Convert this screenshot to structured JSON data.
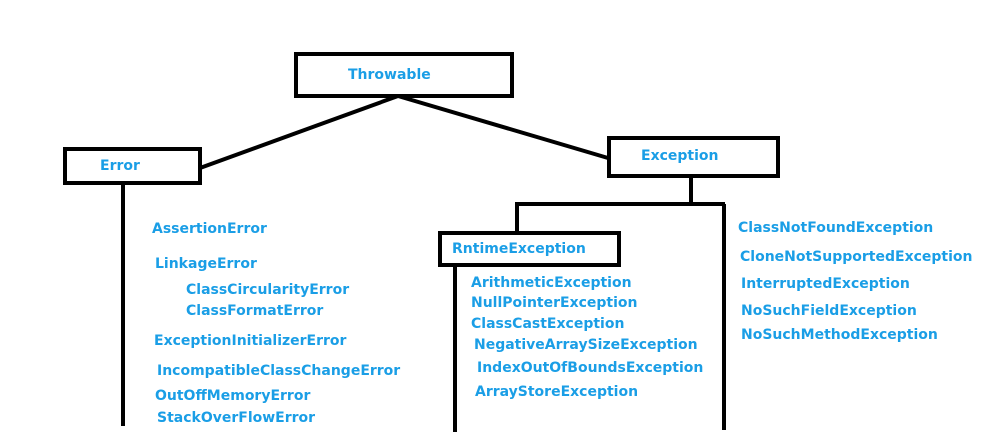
{
  "colors": {
    "text": "#1a9ee6",
    "line": "#000000",
    "background": "#ffffff"
  },
  "nodes": {
    "throwable": "Throwable",
    "error": "Error",
    "exception": "Exception",
    "runtime_exception": "RntimeException"
  },
  "error_children": [
    "AssertionError",
    "LinkageError",
    "ClassCircularityError",
    "ClassFormatError",
    "ExceptionInitializerError",
    "IncompatibleClassChangeError",
    "OutOffMemoryError",
    "StackOverFlowError"
  ],
  "runtime_children": [
    "ArithmeticException",
    "NullPointerException",
    "ClassCastException",
    "NegativeArraySizeException",
    "IndexOutOfBoundsException",
    "ArrayStoreException"
  ],
  "exception_children": [
    "ClassNotFoundException",
    "CloneNotSupportedException",
    "InterruptedException",
    "NoSuchFieldException",
    "NoSuchMethodException"
  ]
}
